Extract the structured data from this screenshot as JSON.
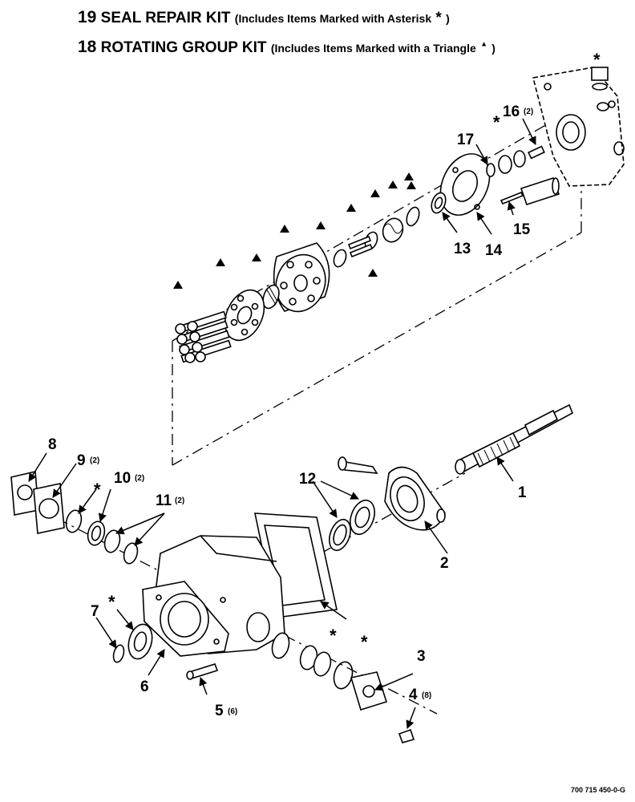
{
  "header": {
    "kit1_num": "19",
    "kit1_title": "SEAL REPAIR KIT",
    "kit1_desc": "(Includes Items Marked with Asterisk",
    "kit1_mark": "*",
    "kit1_end": ")",
    "kit2_num": "18",
    "kit2_title": "ROTATING GROUP KIT",
    "kit2_desc": "(Includes Items Marked with a Triangle",
    "kit2_mark": "▲",
    "kit2_end": ")"
  },
  "callouts": {
    "c1": "1",
    "c2": "2",
    "c3": "3",
    "c4": "4",
    "c4q": "(8)",
    "c5": "5",
    "c5q": "(6)",
    "c6": "6",
    "c7": "7",
    "c8": "8",
    "c9": "9",
    "c9q": "(2)",
    "c10": "10",
    "c10q": "(2)",
    "c11": "11",
    "c11q": "(2)",
    "c12": "12",
    "c13": "13",
    "c14": "14",
    "c15": "15",
    "c16": "16",
    "c16q": "(2)",
    "c17": "17"
  },
  "marks": {
    "asterisk": "*"
  },
  "figure_number": "700 715 450-0-G"
}
